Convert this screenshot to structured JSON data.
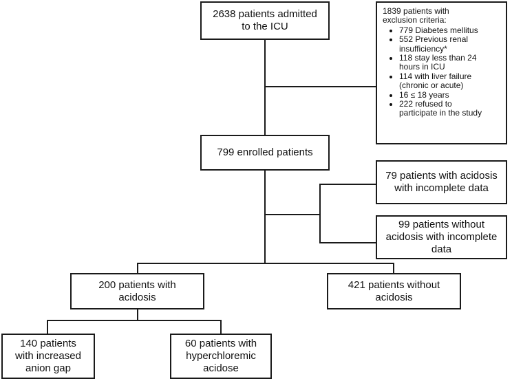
{
  "boxes": {
    "admitted": {
      "lines": [
        "2638  patients admitted",
        "to the ICU"
      ]
    },
    "exclusion": {
      "title_lines": [
        "1839 patients with",
        "exclusion criteria:"
      ],
      "items": [
        [
          "779 Diabetes mellitus"
        ],
        [
          "552 Previous renal",
          "insufficiency*"
        ],
        [
          "118 stay less than 24",
          "hours in ICU"
        ],
        [
          "114 with liver failure",
          "(chronic or acute)"
        ],
        [
          "16 ≤ 18 years"
        ],
        [
          "222 refused to",
          "participate in the study"
        ]
      ]
    },
    "enrolled": {
      "lines": [
        "799 enrolled patients"
      ]
    },
    "acidosis_incomplete": {
      "lines": [
        "79 patients with acidosis",
        "with incomplete data"
      ]
    },
    "no_acidosis_incomplete": {
      "lines": [
        "99 patients without",
        "acidosis with incomplete",
        "data"
      ]
    },
    "acidosis": {
      "lines": [
        "200  patients with",
        "acidosis"
      ]
    },
    "no_acidosis": {
      "lines": [
        "421 patients without",
        "acidosis"
      ]
    },
    "anion_gap": {
      "lines": [
        "140 patients",
        "with increased",
        "anion gap"
      ]
    },
    "hyperchloremic": {
      "lines": [
        "60 patients with",
        "hyperchloremic",
        "acidose"
      ]
    }
  }
}
